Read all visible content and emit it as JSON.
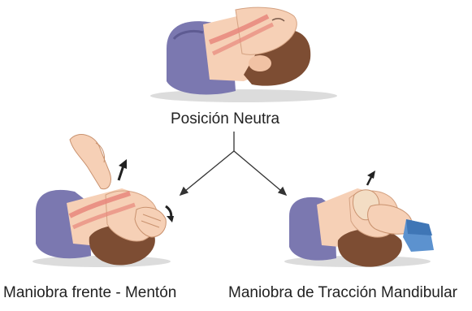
{
  "diagram": {
    "top_label": "Posición Neutra",
    "left_label": "Maniobra frente - Mentón",
    "right_label": "Maniobra de Tracción Mandibular"
  },
  "colors": {
    "skin": "#f6d0b6",
    "skin_shadow": "#e7b595",
    "hair": "#7d4d33",
    "pillow": "#7b78b0",
    "pillow_dark": "#5e5b92",
    "airway": "#e8877c",
    "sleeve": "#5c92cf",
    "arrow": "#333333",
    "floor_shadow": "#d9d9d9"
  },
  "icons": [
    "head-neutral-illustration",
    "head-tilt-chin-lift-illustration",
    "jaw-thrust-illustration",
    "arrow-icon"
  ]
}
